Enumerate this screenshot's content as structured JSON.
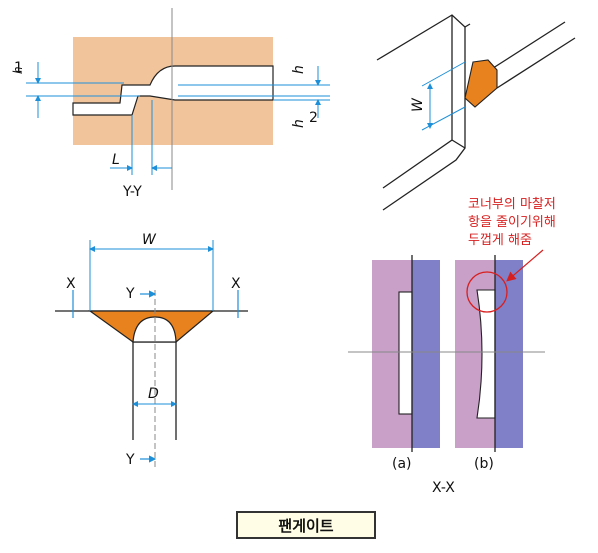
{
  "labels": {
    "h1": "h",
    "h1_sub": "1",
    "h": "h",
    "h2": "h",
    "h2_sub": "2",
    "L": "L",
    "section_yy": "Y-Y",
    "W_top": "W",
    "W_mid": "W",
    "X_left": "X",
    "X_right": "X",
    "Y_top": "Y",
    "D": "D",
    "Y_bottom": "Y",
    "a": "(a)",
    "b": "(b)",
    "section_xx": "X-X"
  },
  "note": {
    "line1": "코너부의 마찰저",
    "line2": "항을 줄이기위해",
    "line3": "두껍게 해줌"
  },
  "caption": "팬게이트",
  "colors": {
    "mold": "#f2c49b",
    "gate": "#e8821e",
    "dim": "#1d8fd8",
    "plate_left": "#c8a0c8",
    "plate_right": "#8080c8",
    "note": "#d81f1f"
  }
}
